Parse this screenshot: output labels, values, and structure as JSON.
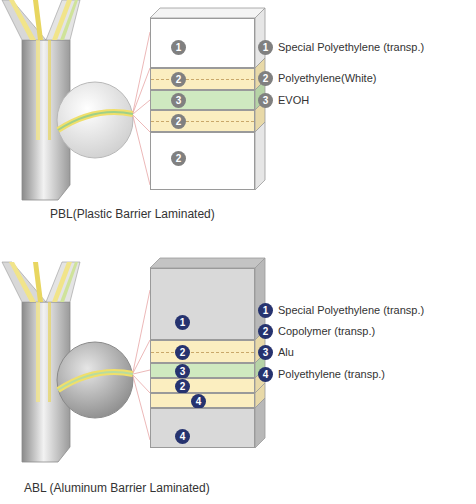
{
  "diagram": {
    "nodes": [
      {
        "text": [
          "1"
        ]
      },
      {
        "text": [
          "2"
        ]
      },
      {
        "text": [
          "3"
        ]
      },
      {
        "text": [
          "2"
        ]
      },
      {
        "text": [
          "2"
        ]
      },
      {
        "text": [
          "1",
          "Special Polyethylene (transp.)"
        ]
      },
      {
        "text": [
          "2",
          "Polyethylene(White)"
        ]
      },
      {
        "text": [
          "3",
          "EVOH"
        ]
      },
      {
        "text": [
          "1"
        ]
      },
      {
        "text": [
          "2"
        ]
      },
      {
        "text": [
          "3"
        ]
      },
      {
        "text": [
          "2"
        ]
      },
      {
        "text": [
          "4"
        ]
      },
      {
        "text": [
          "4"
        ]
      },
      {
        "text": [
          "1",
          "Special Polyethylene (transp.)"
        ]
      },
      {
        "text": [
          "2",
          "Copolymer (transp.)"
        ]
      },
      {
        "text": [
          "3",
          "Alu"
        ]
      },
      {
        "text": [
          "4",
          "Polyethylene (transp.)"
        ]
      }
    ],
    "labels": [
      "PBL(Plastic Barrier Laminated)",
      "ABL (Aluminum Barrier Laminated)"
    ]
  }
}
